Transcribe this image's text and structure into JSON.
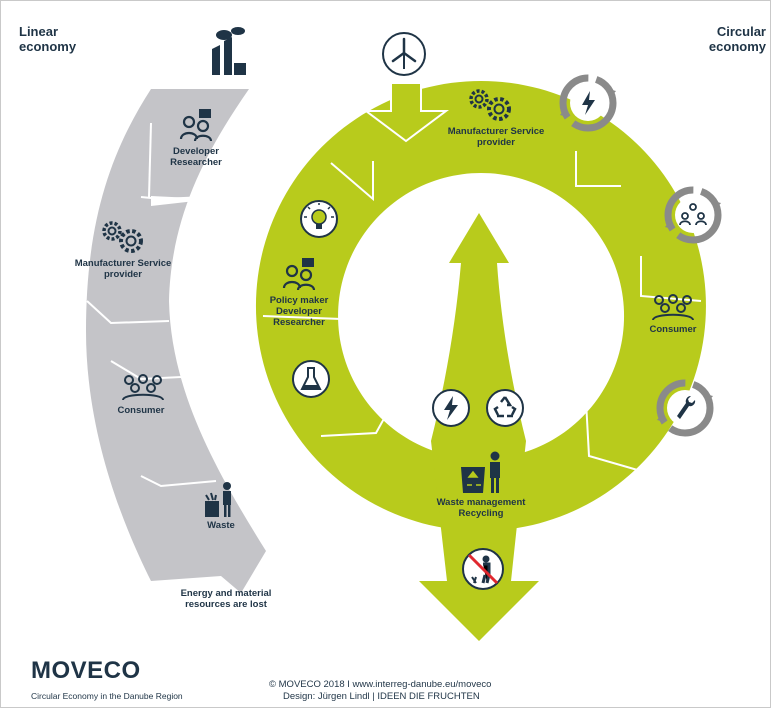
{
  "titles": {
    "linear": "Linear economy",
    "circular": "Circular economy"
  },
  "linear": {
    "developer": "Developer Researcher",
    "manufacturer": "Manufacturer Service provider",
    "consumer": "Consumer",
    "waste": "Waste",
    "lost_note": "Energy and material resources are lost"
  },
  "circular": {
    "manufacturer": "Manufacturer Service provider",
    "policy": "Policy maker Developer Researcher",
    "consumer": "Consumer",
    "waste_management": "Waste management Recycling"
  },
  "icons": [
    "factory-icon",
    "wind-turbine-icon",
    "energy-cycle-icon",
    "sharing-cycle-icon",
    "repair-cycle-icon",
    "lightbulb-icon",
    "flask-icon",
    "energy-icon",
    "recycling-icon",
    "no-littering-icon",
    "gears-icon",
    "people-group-icon",
    "person-bin-icon"
  ],
  "colors": {
    "green": "#b8cb1c",
    "gray": "#c4c4c8",
    "navy": "#1f3446",
    "cycle_gray": "#8a8a8a"
  },
  "footer": {
    "brand": "MOVECO",
    "tagline": "Circular Economy in the Danube Region",
    "credit_line1": "© MOVECO 2018 I www.interreg-danube.eu/moveco",
    "credit_line2": "Design: Jürgen Lindl | IDEEN DIE FRUCHTEN"
  }
}
